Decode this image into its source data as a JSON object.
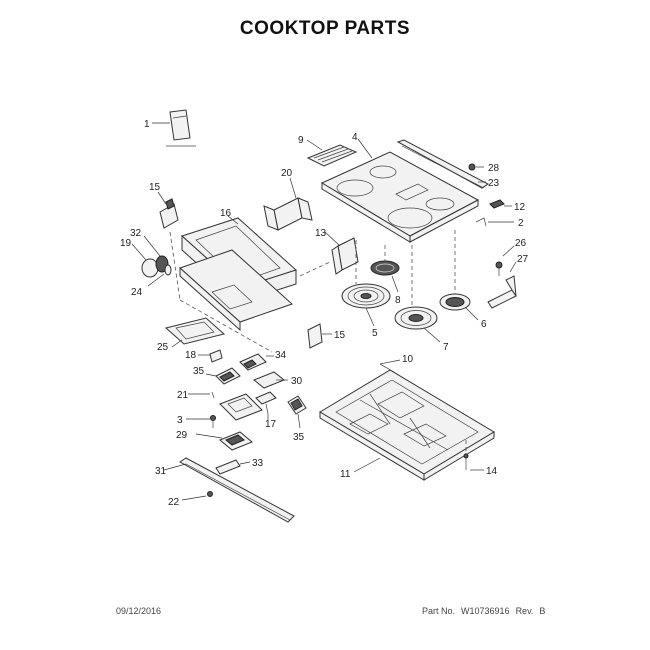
{
  "title": "COOKTOP PARTS",
  "footer": {
    "date": "09/12/2016",
    "part_no_label": "Part No.",
    "part_no": "W10736916",
    "rev_label": "Rev.",
    "rev": "B"
  },
  "labels": {
    "l1": "1",
    "l2": "2",
    "l3": "3",
    "l4": "4",
    "l5": "5",
    "l6": "6",
    "l7": "7",
    "l8": "8",
    "l9": "9",
    "l10": "10",
    "l11": "11",
    "l12": "12",
    "l13": "13",
    "l14": "14",
    "l15a": "15",
    "l15b": "15",
    "l16": "16",
    "l17": "17",
    "l18": "18",
    "l19": "19",
    "l20": "20",
    "l21": "21",
    "l22": "22",
    "l23": "23",
    "l24": "24",
    "l25": "25",
    "l26": "26",
    "l27": "27",
    "l28": "28",
    "l29": "29",
    "l30": "30",
    "l31": "31",
    "l32": "32",
    "l33": "33",
    "l34": "34",
    "l35a": "35",
    "l35b": "35"
  }
}
